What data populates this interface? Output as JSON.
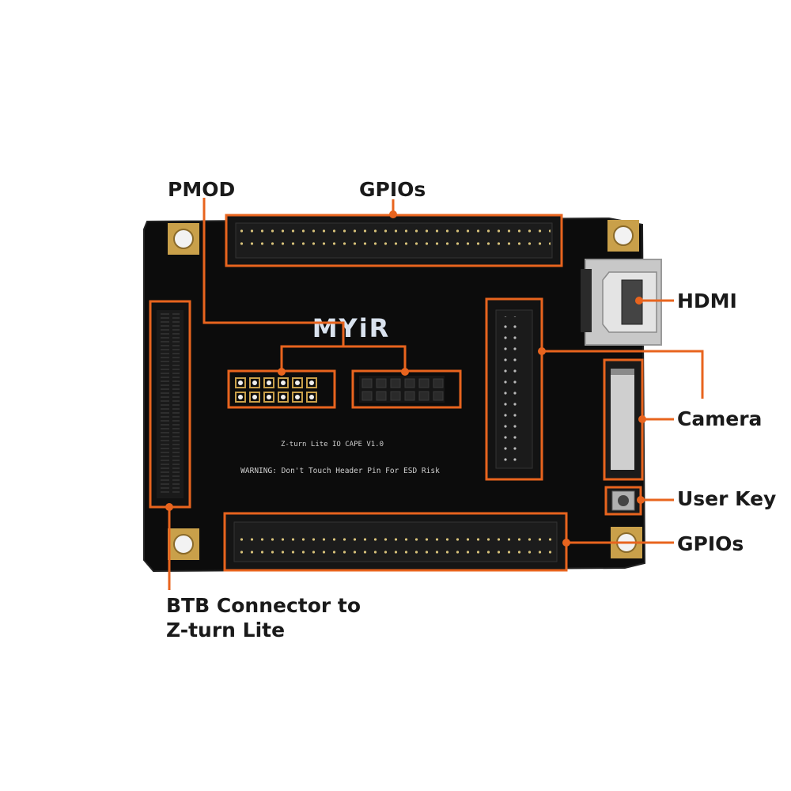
{
  "labels": {
    "pmod": "PMOD",
    "gpios_top": "GPIOs",
    "hdmi": "HDMI",
    "camera": "Camera",
    "user_key": "User Key",
    "gpios_bottom": "GPIOs",
    "btb_line1": "BTB Connector to",
    "btb_line2": "Z-turn Lite"
  },
  "board": {
    "logo": "MYiR",
    "model": "Z-turn Lite IO CAPE  V1.0",
    "warning": "WARNING: Don't Touch Header Pin For ESD Risk"
  },
  "colors": {
    "accent": "#e8641e",
    "board": "#0c0c0c",
    "pad": "#c9a04a",
    "label_text": "#1a1a1a"
  }
}
